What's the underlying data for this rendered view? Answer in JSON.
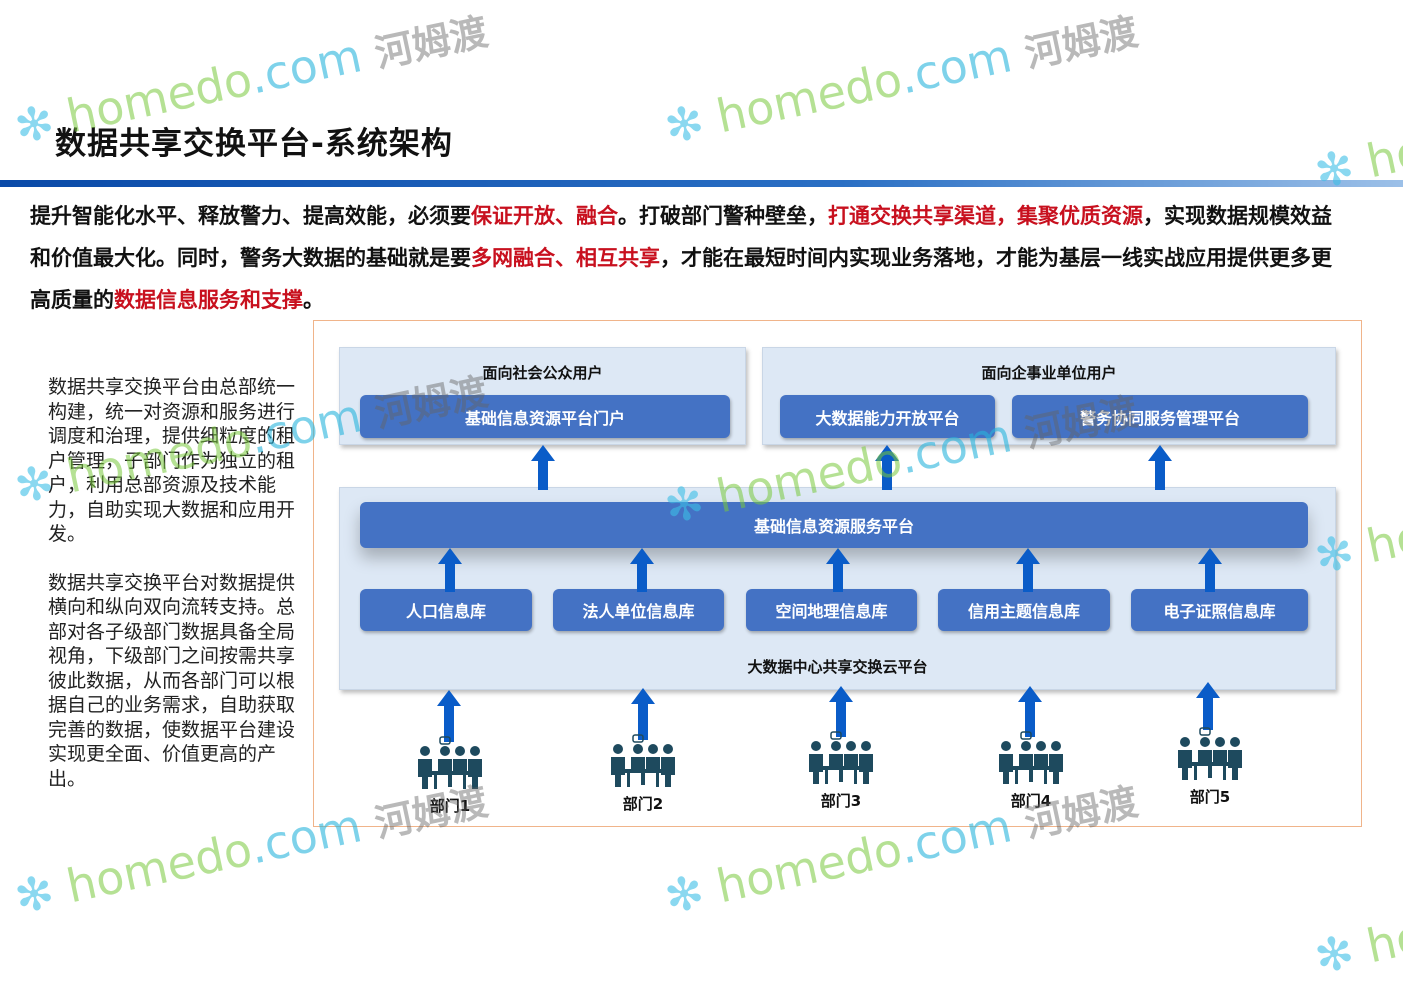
{
  "title": "数据共享交换平台-系统架构",
  "intro": [
    {
      "t": "提升智能化水平、释放警力、提高效能，必须要",
      "red": false
    },
    {
      "t": "保证开放、融合",
      "red": true
    },
    {
      "t": "。打破部门警种壁垒，",
      "red": false
    },
    {
      "t": "打通交换共享渠道，集聚优质资源",
      "red": true
    },
    {
      "t": "，实现数据规模效益和价值最大化。同时，警务大数据的基础就是要",
      "red": false
    },
    {
      "t": "多网融合、相互共享",
      "red": true
    },
    {
      "t": "，才能在最短时间内实现业务落地，才能为基层一线实战应用提供更多更高质量的",
      "red": false
    },
    {
      "t": "数据信息服务和支撑",
      "red": true
    },
    {
      "t": "。",
      "red": false
    }
  ],
  "left_text": [
    "数据共享交换平台由总部统一构建，统一对资源和服务进行调度和治理，提供细粒度的租户管理，子部门作为独立的租户，利用总部资源及技术能力，自助实现大数据和应用开发。",
    "数据共享交换平台对数据提供横向和纵向双向流转支持。总部对各子级部门数据具备全局视角，下级部门之间按需共享彼此数据，从而各部门可以根据自己的业务需求，自助获取完善的数据，使数据平台建设实现更全面、价值更高的产出。"
  ],
  "diagram": {
    "public": {
      "title": "面向社会公众用户",
      "items": [
        "基础信息资源平台门户"
      ]
    },
    "enterprise": {
      "title": "面向企事业单位用户",
      "items": [
        "大数据能力开放平台",
        "警务协同服务管理平台"
      ]
    },
    "cloud": {
      "service_bar": "基础信息资源服务平台",
      "databases": [
        "人口信息库",
        "法人单位信息库",
        "空间地理信息库",
        "信用主题信息库",
        "电子证照信息库"
      ],
      "label": "大数据中心共享交换云平台"
    },
    "departments": [
      "部门1",
      "部门2",
      "部门3",
      "部门4",
      "部门5"
    ]
  },
  "watermark": {
    "brand": "homedo",
    "domain": ".com",
    "cn": "河姆渡"
  },
  "colors": {
    "accent": "#4472c4",
    "red": "#c8101e",
    "arrow": "#0a5cc8"
  }
}
